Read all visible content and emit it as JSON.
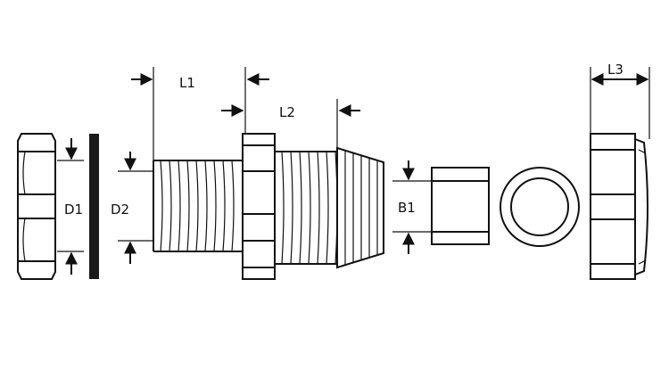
{
  "labels": {
    "l1": "L1",
    "l2": "L2",
    "l3": "L3",
    "d1": "D1",
    "d2": "D2",
    "b1": "B1"
  },
  "colors": {
    "stroke": "#111111",
    "background": "#ffffff",
    "seal": "#1a1a1a"
  }
}
